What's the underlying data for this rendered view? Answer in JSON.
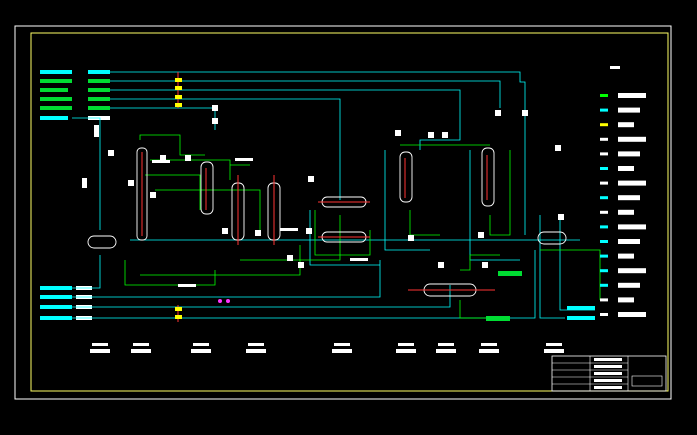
{
  "drawing": {
    "type": "process-flow-diagram",
    "background": "#000000",
    "colors": {
      "frame": "#ffffff",
      "border": "#ffff66",
      "process_line": "#00ffff",
      "utility_line": "#00ff00",
      "equipment": "#ffffff",
      "heater": "#ff3333",
      "valve": "#ffff00",
      "label_box": "#ffffff",
      "stream_green": "#00dd33",
      "stream_cyan": "#00ffff",
      "magenta_mark": "#ff33ff"
    },
    "legend": {
      "count": 16
    },
    "equipment_tags": {
      "count": 11
    },
    "title_block": {
      "rows": 5
    }
  }
}
